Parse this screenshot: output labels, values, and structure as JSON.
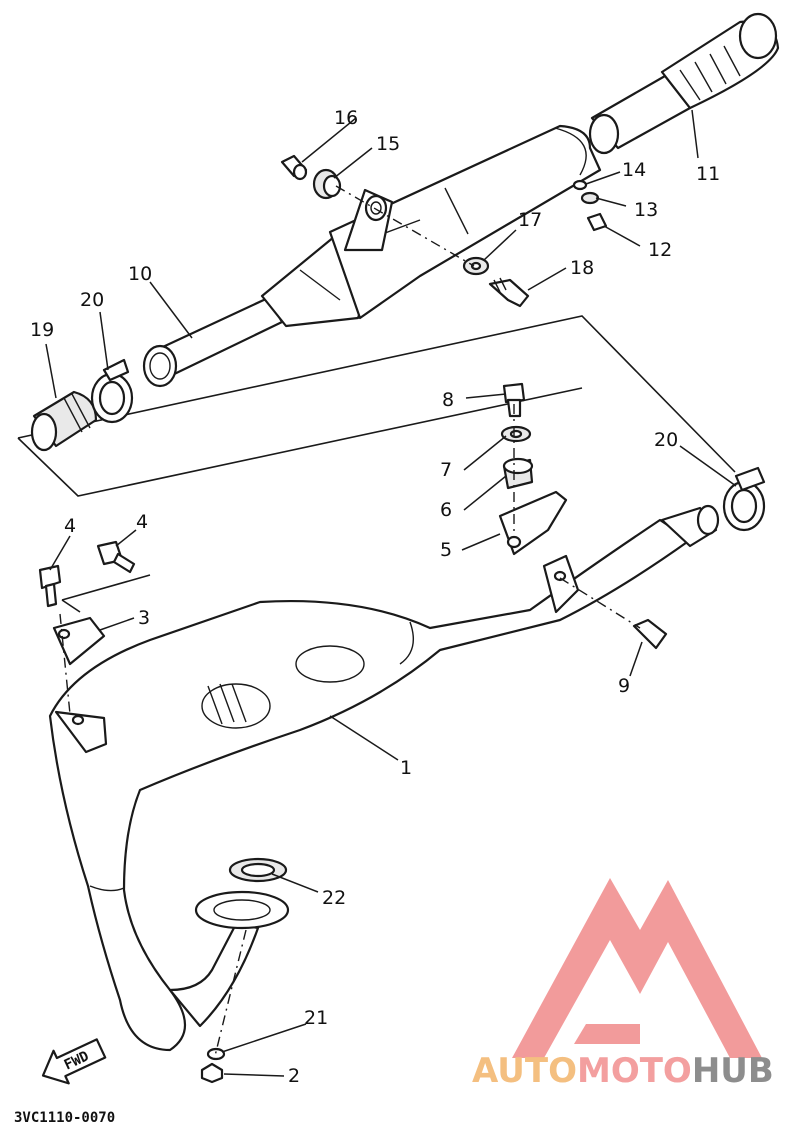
{
  "diagram": {
    "callouts": [
      "1",
      "2",
      "3",
      "4",
      "4",
      "5",
      "6",
      "7",
      "8",
      "9",
      "10",
      "11",
      "12",
      "13",
      "14",
      "15",
      "16",
      "17",
      "18",
      "19",
      "20",
      "20",
      "21",
      "22"
    ],
    "fwd_label": "FWD",
    "drawing_code": "3VC1110-0070"
  },
  "watermark": {
    "part1": "AUTO",
    "part2": "MOTO",
    "part3": "HUB",
    "colors": {
      "part1": "#f3b46a",
      "part2": "#f28f8f",
      "part3": "#7a7a7a",
      "logo": "#f08a8a"
    }
  }
}
